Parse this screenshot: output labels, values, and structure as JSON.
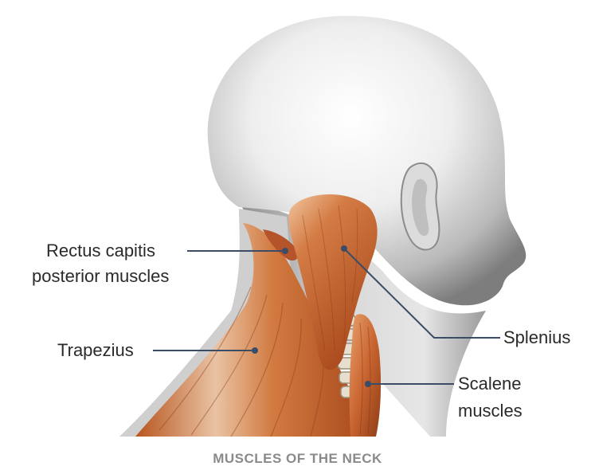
{
  "labels": {
    "rectus_line1": "Rectus capitis",
    "rectus_line2": "posterior muscles",
    "trapezius": "Trapezius",
    "splenius": "Splenius",
    "scalene_line1": "Scalene",
    "scalene_line2": "muscles"
  },
  "caption": "MUSCLES OF THE NECK",
  "colors": {
    "leader_line": "#3b4d66",
    "muscle": "#c8642f",
    "skin": "#d9d9d9",
    "caption": "#8a8a8a"
  }
}
